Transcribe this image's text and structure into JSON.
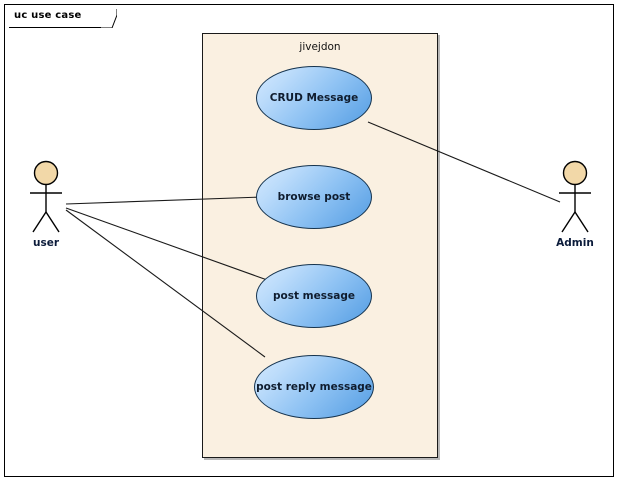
{
  "diagram": {
    "frame_label": "uc use case",
    "package_title": "jivejdon",
    "colors": {
      "package_fill": "#faf0e1",
      "package_border": "#1a1a1a",
      "usecase_fill_light": "#d4e9fd",
      "usecase_fill_dark": "#539de3",
      "usecase_border": "#16344f",
      "actor_head_fill": "#f2d8a8",
      "actor_stroke": "#000000",
      "label_text": "#0b1b3a",
      "canvas": "#ffffff"
    }
  },
  "actors": [
    {
      "id": "user",
      "label": "user",
      "side": "left",
      "head_icon": "actor-head-icon",
      "body_icon": "actor-stick-figure-icon"
    },
    {
      "id": "admin",
      "label": "Admin",
      "side": "right",
      "head_icon": "actor-head-icon",
      "body_icon": "actor-stick-figure-icon"
    }
  ],
  "use_cases": [
    {
      "id": "crud-message",
      "label": "CRUD Message"
    },
    {
      "id": "browse-post",
      "label": "browse post"
    },
    {
      "id": "post-message",
      "label": "post message"
    },
    {
      "id": "post-reply-message",
      "label": "post reply message"
    }
  ],
  "associations": [
    {
      "from": "user",
      "to": "browse-post"
    },
    {
      "from": "user",
      "to": "post-message"
    },
    {
      "from": "user",
      "to": "post-reply-message"
    },
    {
      "from": "admin",
      "to": "crud-message"
    }
  ]
}
